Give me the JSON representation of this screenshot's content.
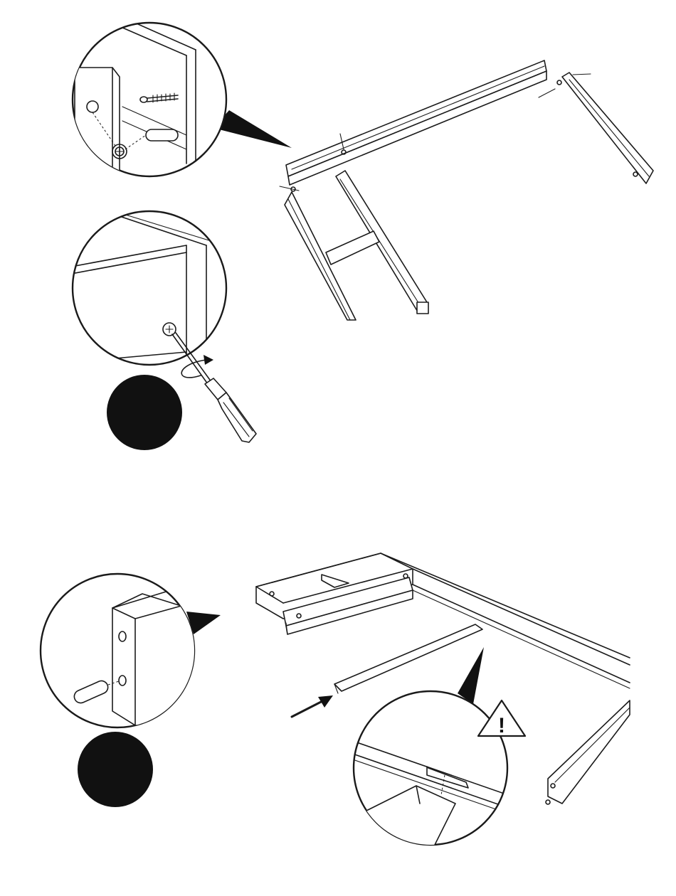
{
  "page": {
    "background": "#ffffff",
    "ink": "#1a1a1a"
  },
  "steps": [
    {
      "step_marker": "filled-circle-marker",
      "tool": "phillips-screwdriver-icon",
      "detail_views": [
        "cam-bolt-and-dowel-detail",
        "tightened-cam-lock-detail"
      ],
      "action": "rotate-clockwise"
    },
    {
      "step_marker": "filled-circle-marker",
      "detail_views": [
        "dowel-into-end-holes-detail",
        "slat-support-notch-detail"
      ],
      "warning": "warning-triangle-icon",
      "warning_symbol": "!"
    }
  ]
}
